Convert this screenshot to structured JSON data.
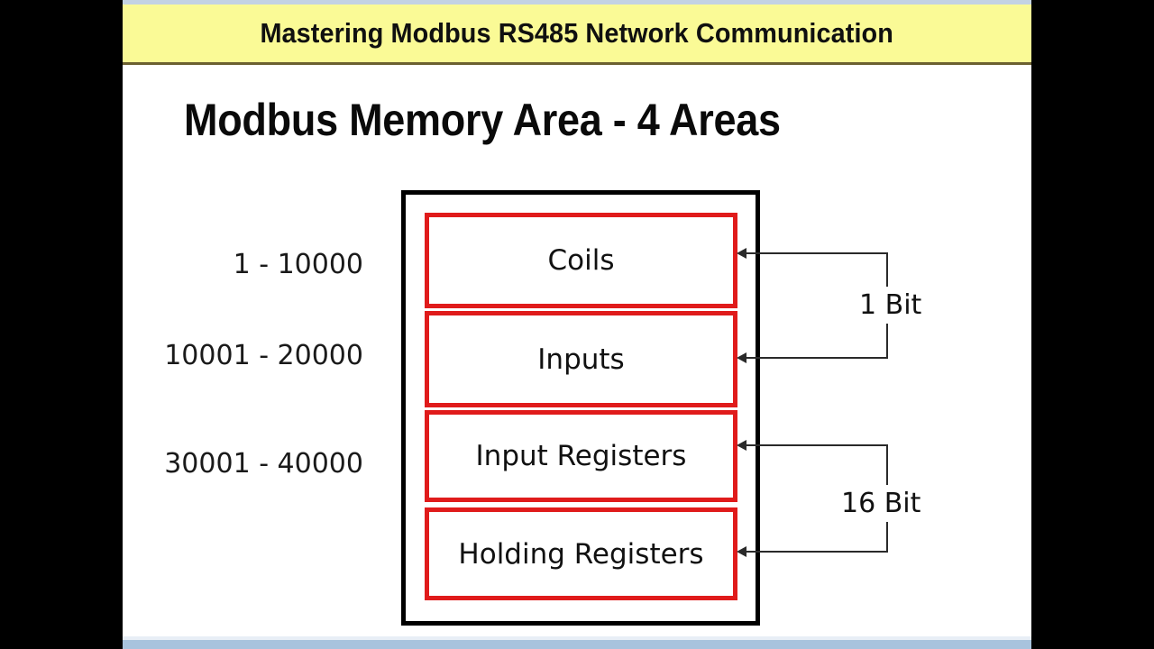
{
  "banner": {
    "title": "Mastering Modbus RS485 Network Communication",
    "background_color": "#fafa96",
    "border_color": "#6b6030"
  },
  "slide": {
    "heading": "Modbus Memory Area  - 4 Areas",
    "background_color": "#ffffff"
  },
  "address_ranges": [
    {
      "label": "1 - 10000"
    },
    {
      "label": "10001 - 20000"
    },
    {
      "label": "30001 - 40000"
    }
  ],
  "memory_areas": [
    {
      "name": "Coils",
      "range": "1 - 10000",
      "width": "1 Bit",
      "border_color": "#e01b1b"
    },
    {
      "name": "Inputs",
      "range": "10001 - 20000",
      "width": "1 Bit",
      "border_color": "#e01b1b"
    },
    {
      "name": "Input Registers",
      "range": "30001 - 40000",
      "width": "16 Bit",
      "border_color": "#e01b1b"
    },
    {
      "name": "Holding Registers",
      "range": "",
      "width": "16 Bit",
      "border_color": "#e01b1b"
    }
  ],
  "bit_width_brackets": [
    {
      "label": "1 Bit",
      "covers": [
        "Coils",
        "Inputs"
      ]
    },
    {
      "label": "16 Bit",
      "covers": [
        "Input Registers",
        "Holding Registers"
      ]
    }
  ],
  "decor": {
    "container_border_color": "#000000",
    "top_strip_color": "#c3d2e3",
    "bottom_strip_color": "#a8c3dd",
    "letterbox_color": "#000000"
  }
}
